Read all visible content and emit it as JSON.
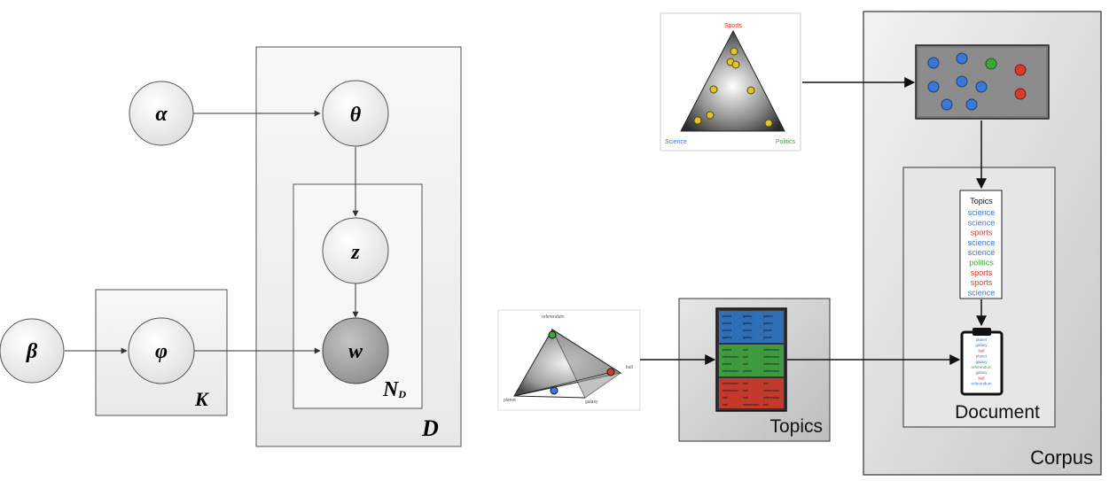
{
  "plate_model": {
    "nodes": {
      "alpha": "α",
      "theta": "θ",
      "z": "z",
      "w": "w",
      "beta": "β",
      "phi": "φ"
    },
    "plates": {
      "documents": "D",
      "words_main": "N",
      "words_sub": "D",
      "topics": "K"
    }
  },
  "simplex": {
    "top": "Sports",
    "left": "Science",
    "right": "Politics"
  },
  "word_simplex": {
    "top": "referendum",
    "right": "ball",
    "bottom_left": "planet",
    "bottom_right": "galaxy"
  },
  "topics_box": {
    "label": "Topics",
    "blue_words": [
      "planet",
      "galaxy",
      "galaxy",
      "planet",
      "galaxy",
      "galaxy",
      "planet",
      "planet",
      "planet",
      "galaxy",
      "galaxy",
      "planet"
    ],
    "green_words": [
      "planet",
      "ball",
      "referendum",
      "referendum",
      "ball",
      "referendum",
      "planet",
      "ball",
      "referendum",
      "referendum",
      "planet",
      "referendum"
    ],
    "red_words": [
      "referendum",
      "ball",
      "ball",
      "referendum",
      "ball",
      "referendum",
      "ball",
      "ball",
      "referendum",
      "ball",
      "referendum",
      "ball"
    ]
  },
  "topic_list": {
    "header": "Topics",
    "items": [
      "science",
      "science",
      "sports",
      "science",
      "science",
      "politics",
      "sports",
      "sports",
      "science"
    ]
  },
  "document_words": [
    "planet",
    "galaxy",
    "ball",
    "planet",
    "galaxy",
    "referendum",
    "galaxy",
    "ball",
    "referendum"
  ],
  "labels": {
    "document": "Document",
    "corpus": "Corpus"
  },
  "colors": {
    "science": "#3b78d4",
    "sports": "#d83a2e",
    "politics": "#3aa53a",
    "node_fill": "#f2f2f2",
    "observed_fill": "#a8a8a8"
  }
}
